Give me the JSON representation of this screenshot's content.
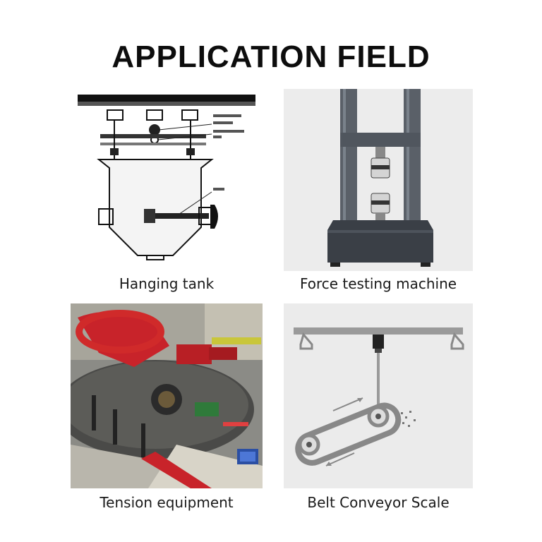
{
  "header": {
    "title": "APPLICATION FIELD"
  },
  "panels": [
    {
      "caption": "Hanging tank",
      "illustration": "hanging-tank-diagram"
    },
    {
      "caption": "Force testing machine",
      "illustration": "force-testing-machine-photo"
    },
    {
      "caption": "Tension equipment",
      "illustration": "tension-equipment-photo"
    },
    {
      "caption": "Belt Conveyor Scale",
      "illustration": "belt-conveyor-scale-diagram"
    }
  ]
}
